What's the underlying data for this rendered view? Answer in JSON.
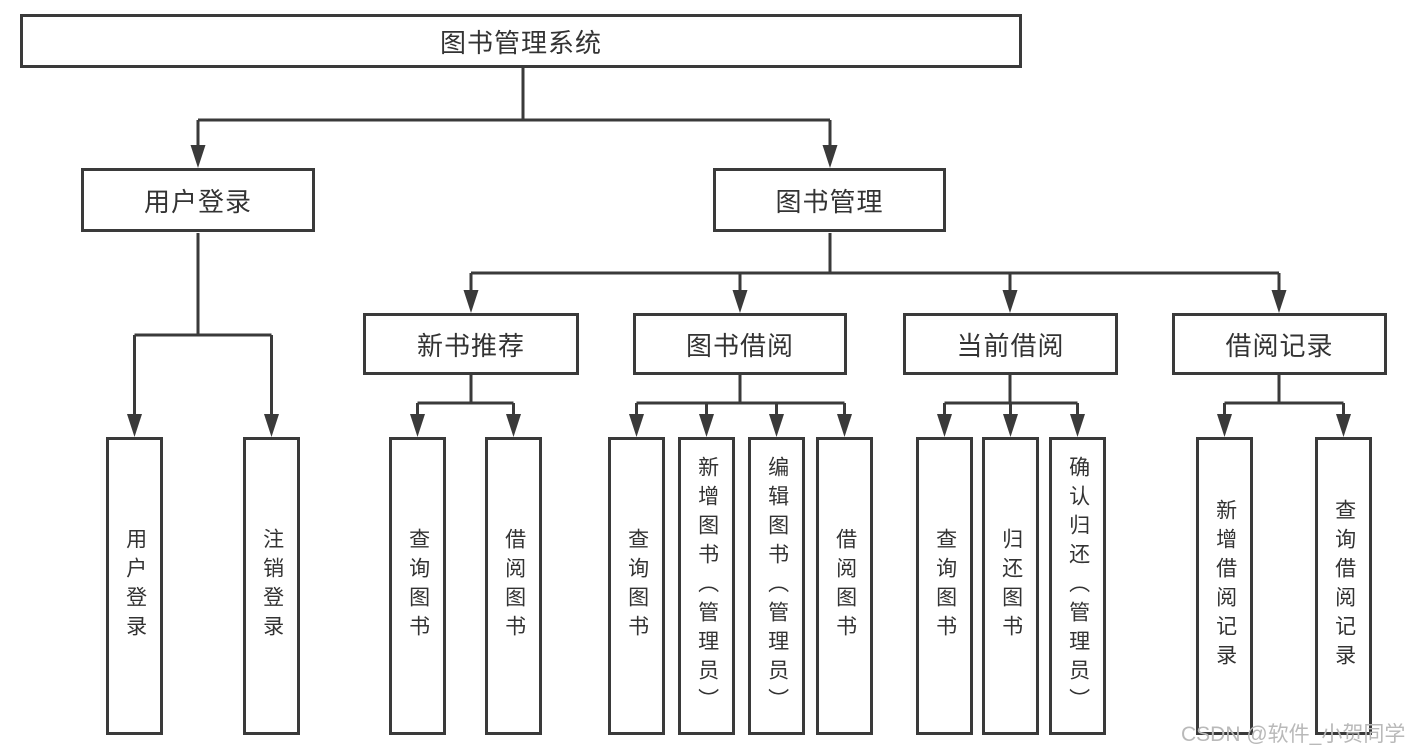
{
  "diagram": {
    "root": {
      "label": "图书管理系统"
    },
    "level2": {
      "user_login": {
        "label": "用户登录"
      },
      "book_management": {
        "label": "图书管理"
      }
    },
    "level3": {
      "new_book_recommendation": {
        "label": "新书推荐"
      },
      "book_borrowing": {
        "label": "图书借阅"
      },
      "current_borrowing": {
        "label": "当前借阅"
      },
      "borrowing_records": {
        "label": "借阅记录"
      }
    },
    "leaves": {
      "user_login": {
        "label": "用户登录"
      },
      "logout": {
        "label": "注销登录"
      },
      "recommend_query_books": {
        "label": "查询图书"
      },
      "recommend_borrow_books": {
        "label": "借阅图书"
      },
      "borrow_query_books": {
        "label": "查询图书"
      },
      "borrow_add_books_admin": {
        "label": "新增图书（管理员）"
      },
      "borrow_edit_books_admin": {
        "label": "编辑图书（管理员）"
      },
      "borrow_borrow_books": {
        "label": "借阅图书"
      },
      "current_query_books": {
        "label": "查询图书"
      },
      "current_return_books": {
        "label": "归还图书"
      },
      "current_confirm_return_admin": {
        "label": "确认归还（管理员）"
      },
      "records_add_record": {
        "label": "新增借阅记录"
      },
      "records_query_record": {
        "label": "查询借阅记录"
      }
    },
    "watermark": "CSDN @软件_小贺同学",
    "colors": {
      "line": "#3a3a3a",
      "text": "#333333",
      "watermark": "#b9b9b9",
      "background": "#ffffff"
    }
  }
}
